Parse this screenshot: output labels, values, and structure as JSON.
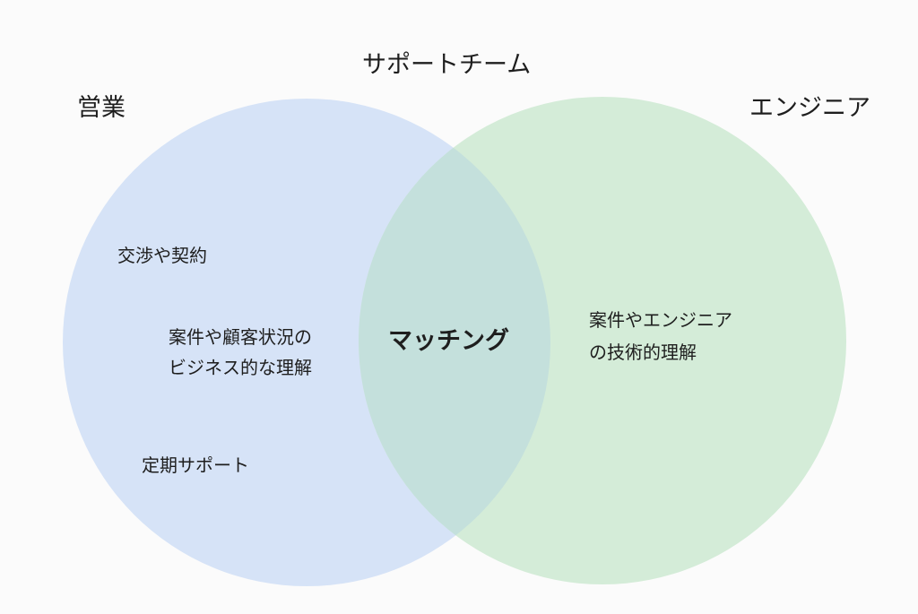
{
  "top_label": "サポートチーム",
  "sets": {
    "left": {
      "label": "営業",
      "color": "#d6e3f7"
    },
    "right": {
      "label": "エンジニア",
      "color": "#d4ecd8"
    }
  },
  "overlap_color": "#c4e0dc",
  "left_items": [
    "交渉や契約",
    "案件や顧客状況の",
    "ビジネス的な理解",
    "定期サポート"
  ],
  "intersection": "マッチング",
  "right_items": [
    "案件やエンジニア",
    "の技術的理解"
  ]
}
